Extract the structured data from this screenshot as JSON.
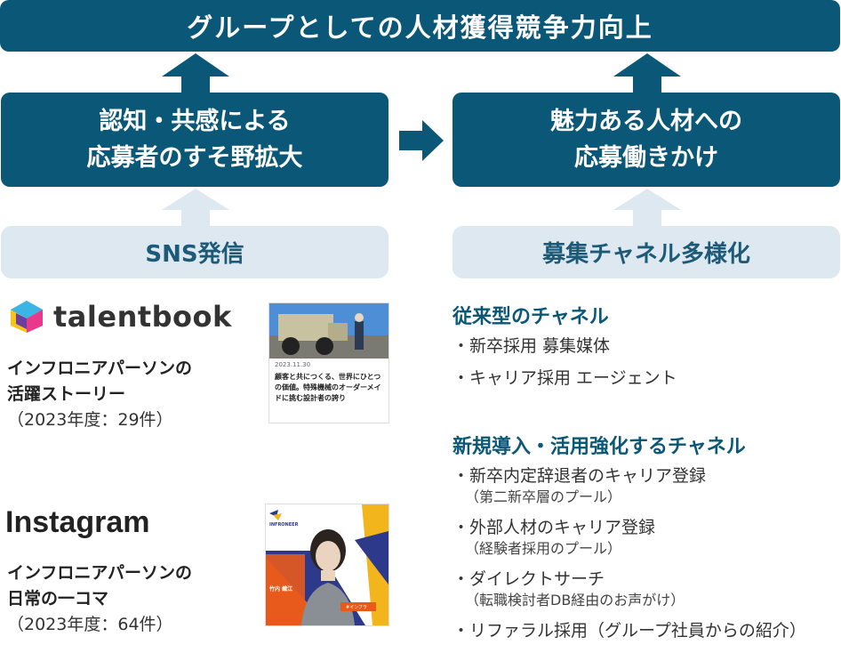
{
  "top_banner": "グループとしての人材獲得競争力向上",
  "left_box": {
    "line1": "認知・共感による",
    "line2": "応募者のすそ野拡大"
  },
  "right_box": {
    "line1": "魅力ある人材への",
    "line2": "応募働きかけ"
  },
  "sns_box": "SNS発信",
  "channel_box": "募集チャネル多様化",
  "talentbook": {
    "logo_text": "talentbook",
    "desc_line1": "インフロニアパーソンの",
    "desc_line2": "活躍ストーリー",
    "count": "（2023年度：29件）",
    "card_date": "2023.11.30",
    "card_text": "顧客と共につくる、世界にひとつの価値。特殊機械のオーダーメイドに挑む設計者の誇り"
  },
  "instagram": {
    "logo_text": "Instagram",
    "desc_line1": "インフロニアパーソンの",
    "desc_line2": "日常の一コマ",
    "count": "（2023年度：64件）",
    "post_brand": "INFRONEER",
    "post_name": "竹内 織江",
    "post_tag": "#インフラ"
  },
  "channels": {
    "conventional_title": "従来型のチャネル",
    "conventional_items": [
      "・新卒採用 募集媒体",
      "・キャリア採用 エージェント"
    ],
    "new_title": "新規導入・活用強化するチャネル",
    "new_items": [
      {
        "main": "・新卒内定辞退者のキャリア登録",
        "sub": "（第二新卒層のプール）"
      },
      {
        "main": "・外部人材のキャリア登録",
        "sub": "（経験者採用のプール）"
      },
      {
        "main": "・ダイレクトサーチ",
        "sub": "（転職検討者DB経由のお声がけ）"
      },
      {
        "main": "・リファラル採用（グループ社員からの紹介）",
        "sub": ""
      }
    ]
  },
  "colors": {
    "dark": "#0a5777",
    "light": "#dde8f0"
  }
}
